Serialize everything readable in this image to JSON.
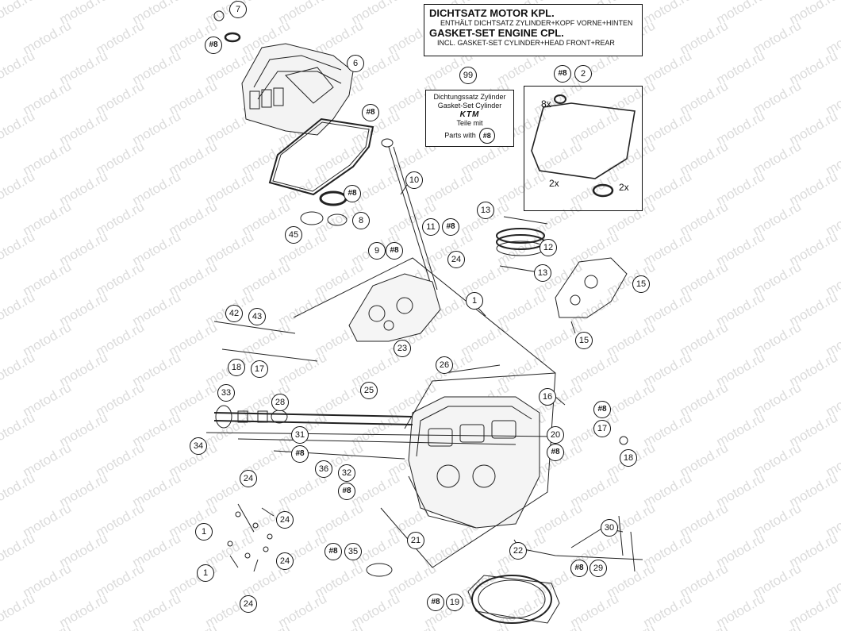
{
  "watermark": "motod.ru",
  "title_box": {
    "line1": "DICHTSATZ MOTOR KPL.",
    "line2": "ENTHÄLT DICHTSATZ ZYLINDER+KOPF VORNE+HINTEN",
    "line3": "GASKET-SET ENGINE CPL.",
    "line4": "INCL. GASKET-SET CYLINDER+HEAD FRONT+REAR"
  },
  "kit_box": {
    "line1": "Dichtungssatz Zylinder",
    "line2": "Gasket-Set Cylinder",
    "logo": "KTM",
    "line3": "Teile mit",
    "line4": "Parts with",
    "ref": "#8"
  },
  "quantities": {
    "q1": "8x",
    "q2": "2x",
    "q3": "2x"
  },
  "callouts": {
    "c7": "7",
    "c8a": "#8",
    "c6": "6",
    "c8b": "#8",
    "c99": "99",
    "c8c": "#8",
    "c2": "2",
    "c10": "10",
    "c8d": "#8",
    "c8e": "8",
    "c45": "45",
    "c13a": "13",
    "c11": "11",
    "c8f": "#8",
    "c12": "12",
    "c9": "9",
    "c8g": "#8",
    "c24a": "24",
    "c13b": "13",
    "c15a": "15",
    "c1a": "1",
    "c42": "42",
    "c43": "43",
    "c15b": "15",
    "c23": "23",
    "c18a": "18",
    "c17a": "17",
    "c26": "26",
    "c25": "25",
    "c33": "33",
    "c16": "16",
    "c28": "28",
    "c8h": "#8",
    "c17b": "17",
    "c31": "31",
    "c20": "20",
    "c34": "34",
    "c8i": "#8",
    "c18b": "18",
    "c8j": "#8",
    "c36": "36",
    "c32": "32",
    "c8k": "#8",
    "c24b": "24",
    "c24c": "24",
    "c1b": "1",
    "c30": "30",
    "c21": "21",
    "c22": "22",
    "c8l": "#8",
    "c35": "35",
    "c24d": "24",
    "c1c": "1",
    "c8m": "#8",
    "c29": "29",
    "c24e": "24",
    "c8n": "#8",
    "c19": "19"
  }
}
